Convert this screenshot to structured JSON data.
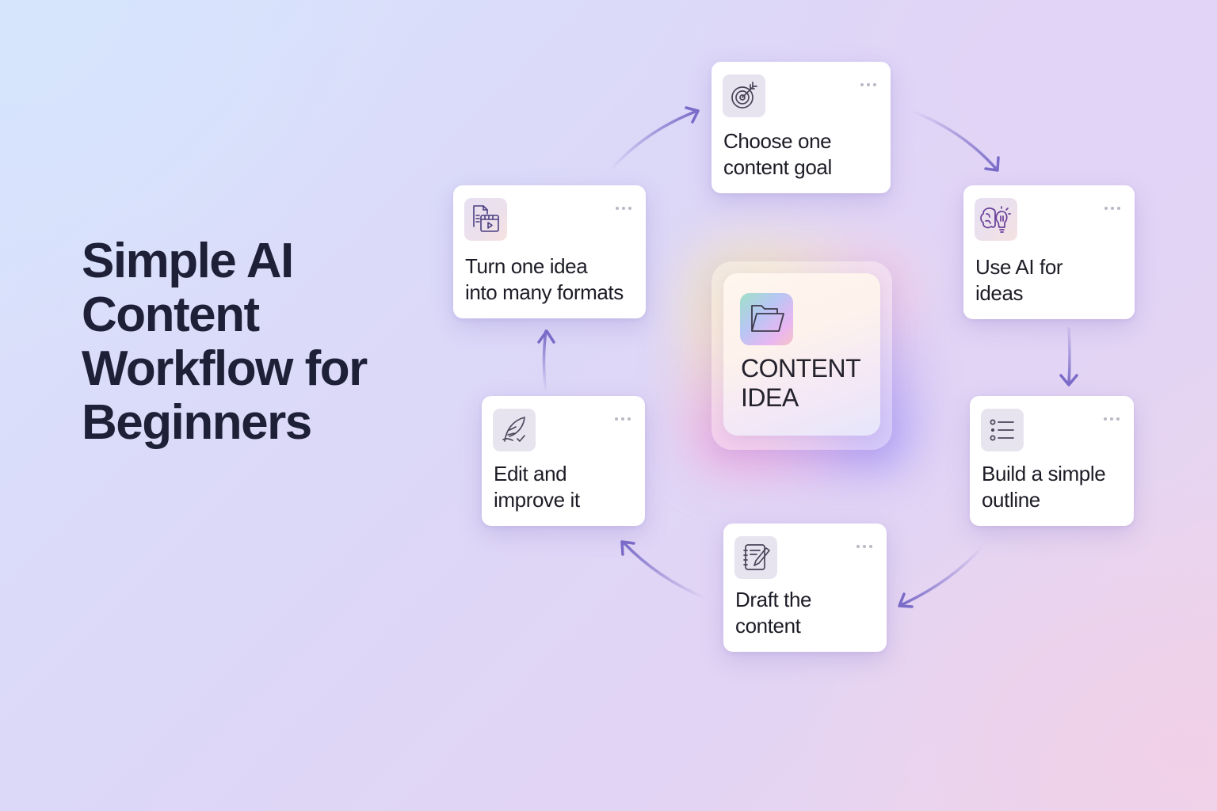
{
  "title": {
    "lines": [
      "Simple AI",
      "Content",
      "Workflow for",
      "Beginners"
    ],
    "full": "Simple AI Content Workflow for Beginners",
    "color": "#1e2038"
  },
  "center": {
    "icon": "folder-icon",
    "lines": [
      "CONTENT",
      "IDEA"
    ]
  },
  "steps": [
    {
      "id": "goal",
      "icon": "target-icon",
      "lines": [
        "Choose one",
        "content goal"
      ],
      "menu_icon": "more-horizontal-icon"
    },
    {
      "id": "ai",
      "icon": "brain-lightbulb-icon",
      "lines": [
        "Use AI for",
        "ideas"
      ],
      "menu_icon": "more-horizontal-icon"
    },
    {
      "id": "outline",
      "icon": "list-icon",
      "lines": [
        "Build a simple",
        "outline"
      ],
      "menu_icon": "more-horizontal-icon"
    },
    {
      "id": "draft",
      "icon": "notebook-pen-icon",
      "lines": [
        "Draft the",
        "content"
      ],
      "menu_icon": "more-horizontal-icon"
    },
    {
      "id": "edit",
      "icon": "quill-check-icon",
      "lines": [
        "Edit and",
        "improve it"
      ],
      "menu_icon": "more-horizontal-icon"
    },
    {
      "id": "formats",
      "icon": "document-video-icon",
      "lines": [
        "Turn one idea",
        "into many formats"
      ],
      "menu_icon": "more-horizontal-icon"
    }
  ],
  "flow": {
    "direction": "clockwise",
    "order": [
      "goal",
      "ai",
      "outline",
      "draft",
      "edit",
      "formats"
    ]
  },
  "colors": {
    "arrow": "#7a6cc8",
    "card_bg": "#ffffff",
    "icon_stroke": "#4a4458",
    "bg_top_left": "#d8e4fc",
    "bg_bottom_right": "#eed6ec"
  }
}
